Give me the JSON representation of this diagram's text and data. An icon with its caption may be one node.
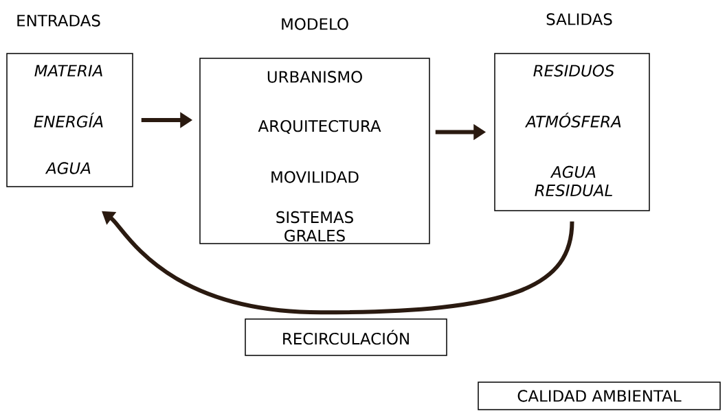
{
  "diagram": {
    "nodes": [
      {
        "text": [
          "ENTRADAS",
          "MATERIA",
          "ENERGÍA",
          "AGUA"
        ]
      },
      {
        "text": [
          "MODELO",
          "URBANISMO",
          "ARQUITECTURA",
          "MOVILIDAD",
          "SISTEMAS GRALES"
        ]
      },
      {
        "text": [
          "SALIDAS",
          "RESIDUOS",
          "ATMÓSFERA",
          "AGUA RESIDUAL"
        ]
      },
      {
        "text": [
          "RECIRCULACIÓN"
        ]
      },
      {
        "text": [
          "CALIDAD AMBIENTAL"
        ]
      }
    ],
    "edges": [
      {
        "from": 0,
        "to": 1,
        "arrow": "to"
      },
      {
        "from": 1,
        "to": 2,
        "arrow": "to"
      },
      {
        "from": 2,
        "to": 0,
        "arrow": "to"
      }
    ]
  }
}
